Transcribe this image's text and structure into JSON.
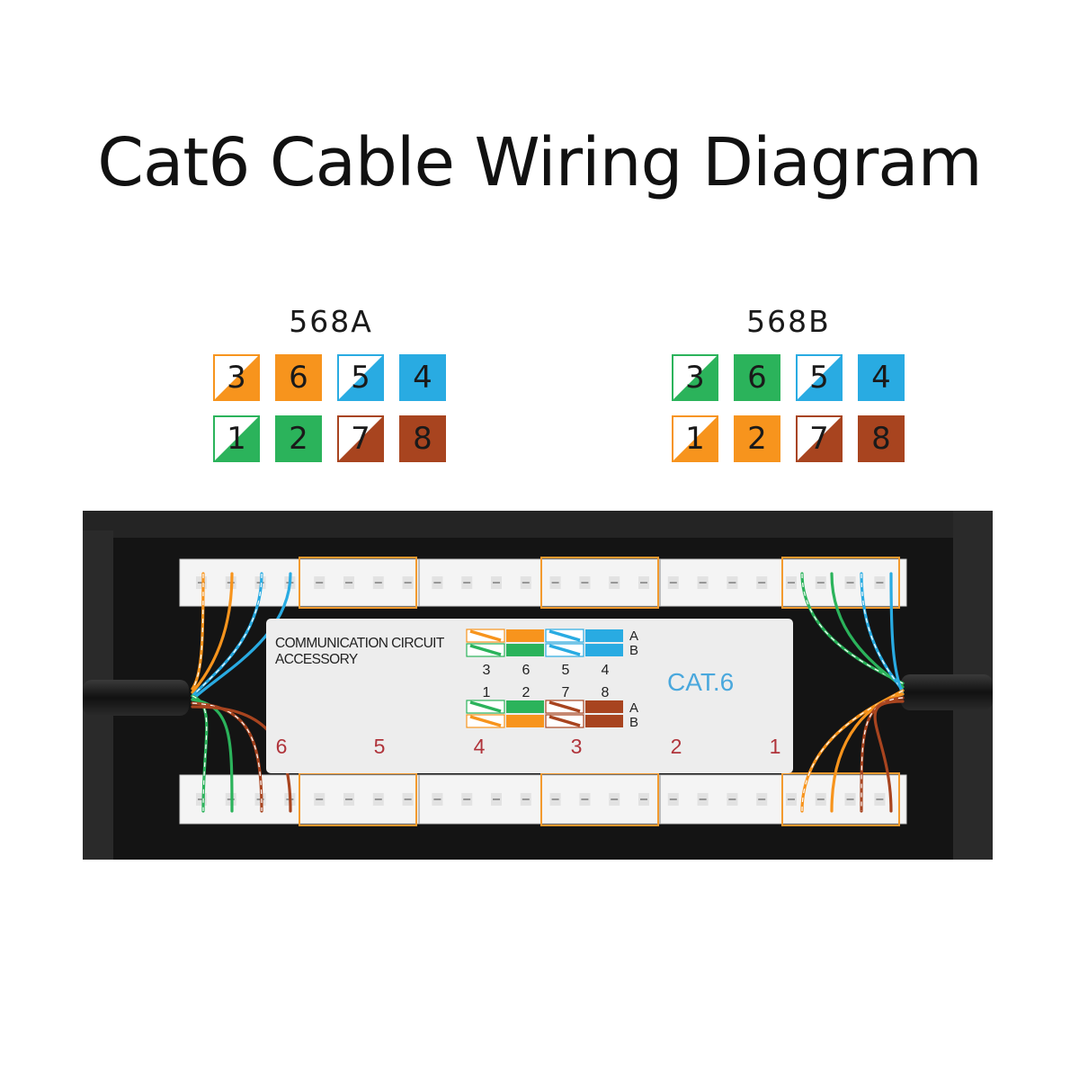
{
  "title": "Cat6 Cable Wiring Diagram",
  "colors": {
    "orange": "#f7941d",
    "green": "#2bb35b",
    "blue": "#29abe2",
    "brown": "#a8441f",
    "port_number_red": "#b0343b",
    "cat6_label": "#4aa8dd",
    "panel_black": "#1b1b1b"
  },
  "standards": [
    {
      "name": "568A",
      "rows": [
        [
          {
            "num": "3",
            "color": "orange",
            "striped": true
          },
          {
            "num": "6",
            "color": "orange",
            "striped": false
          },
          {
            "num": "5",
            "color": "blue",
            "striped": true
          },
          {
            "num": "4",
            "color": "blue",
            "striped": false
          }
        ],
        [
          {
            "num": "1",
            "color": "green",
            "striped": true
          },
          {
            "num": "2",
            "color": "green",
            "striped": false
          },
          {
            "num": "7",
            "color": "brown",
            "striped": true
          },
          {
            "num": "8",
            "color": "brown",
            "striped": false
          }
        ]
      ]
    },
    {
      "name": "568B",
      "rows": [
        [
          {
            "num": "3",
            "color": "green",
            "striped": true
          },
          {
            "num": "6",
            "color": "green",
            "striped": false
          },
          {
            "num": "5",
            "color": "blue",
            "striped": true
          },
          {
            "num": "4",
            "color": "blue",
            "striped": false
          }
        ],
        [
          {
            "num": "1",
            "color": "orange",
            "striped": true
          },
          {
            "num": "2",
            "color": "orange",
            "striped": false
          },
          {
            "num": "7",
            "color": "brown",
            "striped": true
          },
          {
            "num": "8",
            "color": "brown",
            "striped": false
          }
        ]
      ]
    }
  ],
  "panel": {
    "label_line1": "COMMUNICATION CIRCUIT",
    "label_line2": "ACCESSORY",
    "cat_label": "CAT.6",
    "port_numbers": [
      "6",
      "5",
      "4",
      "3",
      "2",
      "1"
    ],
    "legend_top_numbers": [
      "3",
      "6",
      "5",
      "4"
    ],
    "legend_bottom_numbers": [
      "1",
      "2",
      "7",
      "8"
    ],
    "legend_ab": [
      "A",
      "B"
    ],
    "legend_top_rows": {
      "A": [
        {
          "color": "orange",
          "striped": true
        },
        {
          "color": "orange",
          "striped": false
        },
        {
          "color": "blue",
          "striped": true
        },
        {
          "color": "blue",
          "striped": false
        }
      ],
      "B": [
        {
          "color": "green",
          "striped": true
        },
        {
          "color": "green",
          "striped": false
        },
        {
          "color": "blue",
          "striped": true
        },
        {
          "color": "blue",
          "striped": false
        }
      ]
    },
    "legend_bottom_rows": {
      "A": [
        {
          "color": "green",
          "striped": true
        },
        {
          "color": "green",
          "striped": false
        },
        {
          "color": "brown",
          "striped": true
        },
        {
          "color": "brown",
          "striped": false
        }
      ],
      "B": [
        {
          "color": "orange",
          "striped": true
        },
        {
          "color": "orange",
          "striped": false
        },
        {
          "color": "brown",
          "striped": true
        },
        {
          "color": "brown",
          "striped": false
        }
      ]
    }
  }
}
